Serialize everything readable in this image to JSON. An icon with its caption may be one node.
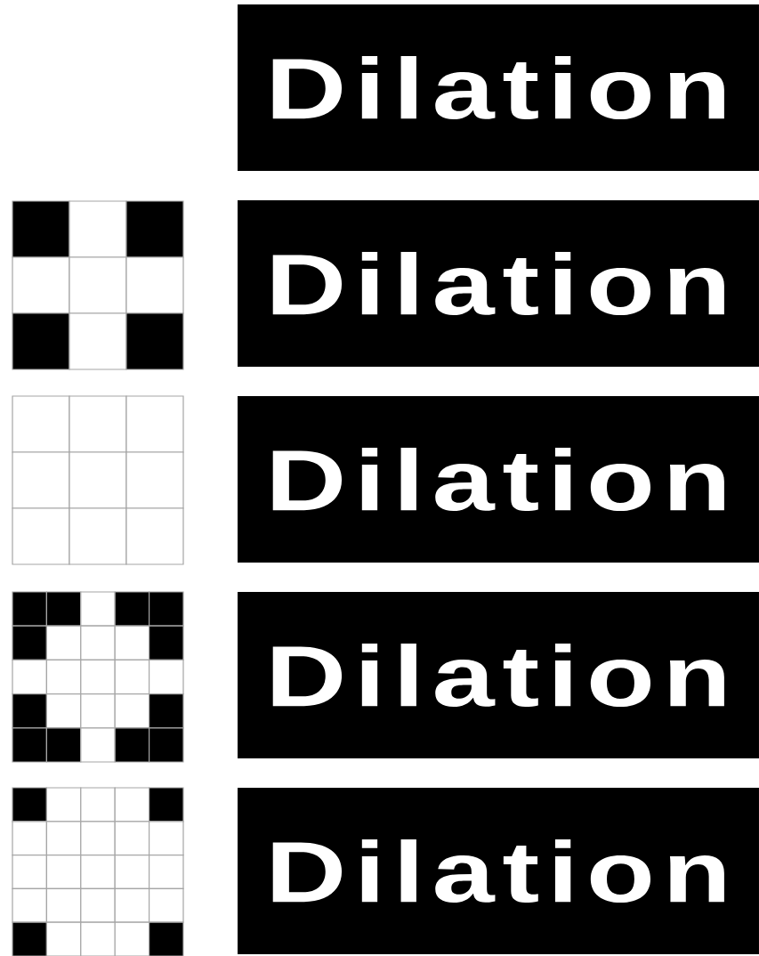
{
  "diagram": {
    "nodes": [
      {
        "text": [
          "Dilation"
        ]
      },
      {
        "text": [
          "Dilation"
        ]
      },
      {
        "text": [
          "Dilation"
        ]
      },
      {
        "text": [
          "Dilation"
        ]
      },
      {
        "text": [
          "Dilation"
        ]
      }
    ]
  }
}
